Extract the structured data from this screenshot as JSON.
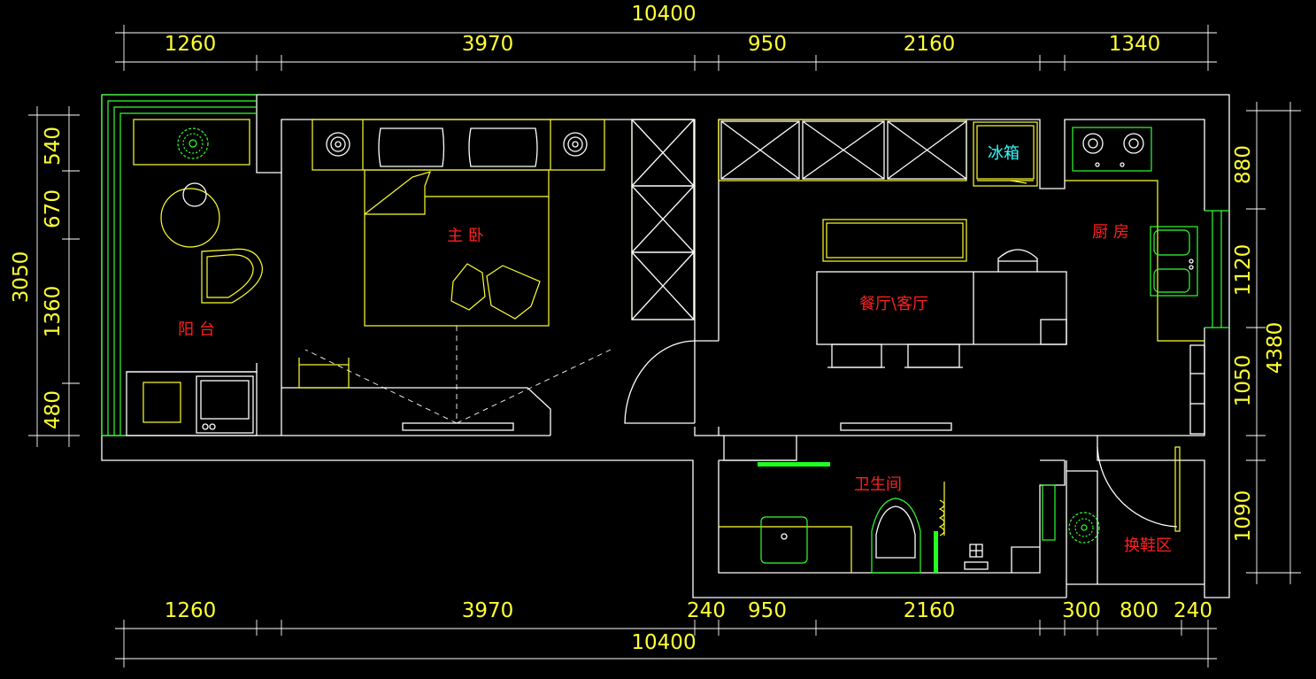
{
  "dimensions": {
    "top_total": "10400",
    "top_segments": [
      "1260",
      "3970",
      "950",
      "2160",
      "1340"
    ],
    "bottom_segments": [
      "1260",
      "3970",
      "240",
      "950",
      "2160",
      "300",
      "800",
      "240"
    ],
    "bottom_total": "10400",
    "left_total": "3050",
    "left_segments": [
      "540",
      "670",
      "1360",
      "480"
    ],
    "right_total": "4380",
    "right_segments": [
      "880",
      "1120",
      "1050",
      "1090"
    ]
  },
  "rooms": {
    "balcony": "阳 台",
    "master_bedroom": "主 卧",
    "dining_living": "餐厅\\客厅",
    "kitchen": "厨 房",
    "bathroom": "卫生间",
    "entry": "换鞋区"
  },
  "appliances": {
    "fridge": "冰箱"
  },
  "colors": {
    "background": "#000000",
    "walls": "#ffffff",
    "furniture": "#ffff33",
    "plants_fixtures": "#33ff33",
    "room_labels": "#ff2020",
    "appliance_label": "#33ffff",
    "dimension_text": "#ffff33"
  }
}
